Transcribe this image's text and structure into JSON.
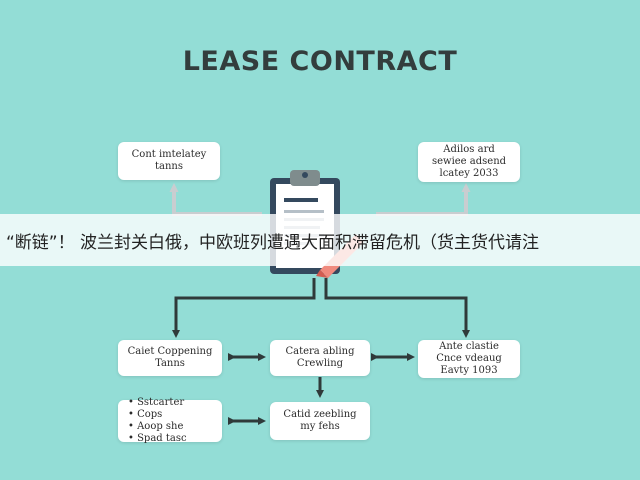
{
  "title": "LEASE CONTRACT",
  "nodes": {
    "top_left": [
      "Cont imtelatey",
      "tanns"
    ],
    "top_right": [
      "Adilos ard",
      "sewiee adsend",
      "lcatey 2033"
    ],
    "mid_left": [
      "Caiet Coppening",
      "Tanns"
    ],
    "mid_center": [
      "Catera abling",
      "Crewling"
    ],
    "mid_right": [
      "Ante clastie",
      "Cnce vdeaug",
      "Eavty 1093"
    ],
    "bottom_left": [
      "Sstcarter",
      "Cops",
      "Aoop she",
      "Spad tasc"
    ],
    "bottom_center": [
      "Catid zeebling",
      "my fehs"
    ]
  },
  "banner": {
    "text": "“断链”！ 波兰封关白俄，中欧班列遭遇大面积滞留危机（货主货代请注"
  },
  "icons": [
    "clipboard-document-icon",
    "pen-icon"
  ],
  "colors": {
    "background": "#93ddd6",
    "connector": "#2f3a3a",
    "connector_light": "#c9cdd0",
    "clipboard": "#34495e",
    "pen": "#f08a7e"
  }
}
